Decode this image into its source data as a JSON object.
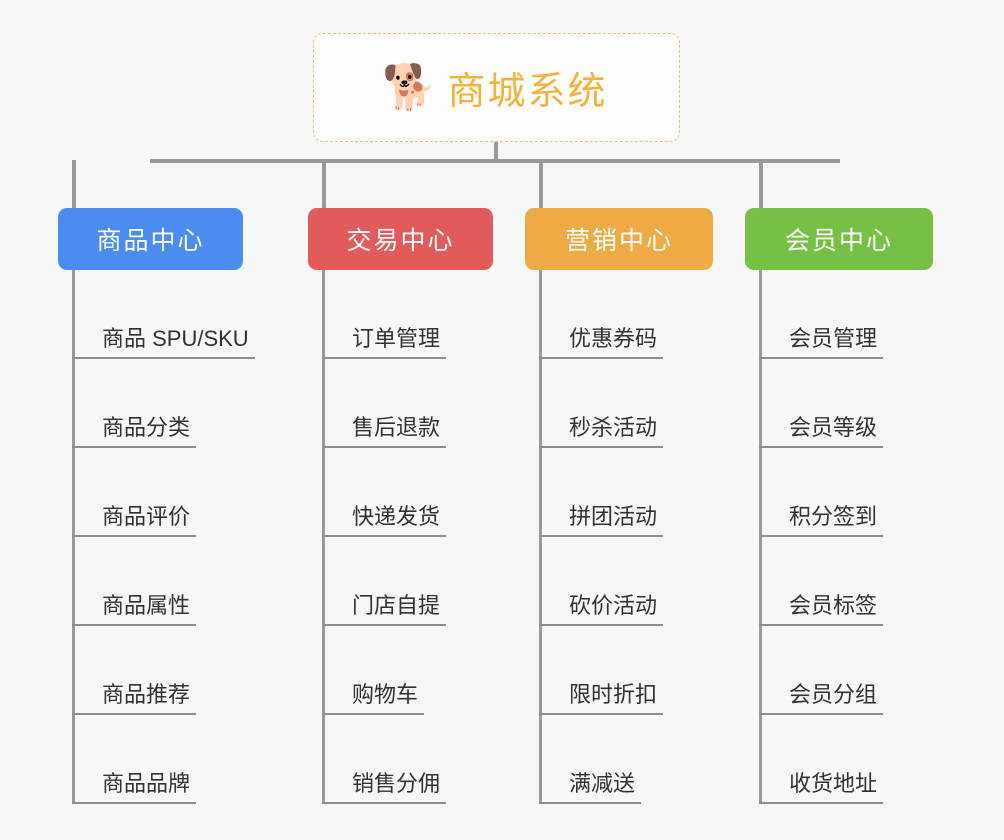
{
  "root": {
    "icon": "shiba-dog-emoji",
    "emoji": "🐕",
    "title": "商城系统",
    "title_color": "#f2b33d",
    "border_color": "#e8bd72"
  },
  "connector_color": "#9a9a9a",
  "background_color": "#f7f7f7",
  "columns": [
    {
      "label": "商品中心",
      "color": "#4a8cf0",
      "color_class": "blue",
      "items": [
        "商品 SPU/SKU",
        "商品分类",
        "商品评价",
        "商品属性",
        "商品推荐",
        "商品品牌"
      ]
    },
    {
      "label": "交易中心",
      "color": "#e15b5b",
      "color_class": "red",
      "items": [
        "订单管理",
        "售后退款",
        "快递发货",
        "门店自提",
        "购物车",
        "销售分佣"
      ]
    },
    {
      "label": "营销中心",
      "color": "#eeab45",
      "color_class": "orange",
      "items": [
        "优惠券码",
        "秒杀活动",
        "拼团活动",
        "砍价活动",
        "限时折扣",
        "满减送"
      ]
    },
    {
      "label": "会员中心",
      "color": "#76c144",
      "color_class": "green",
      "items": [
        "会员管理",
        "会员等级",
        "积分签到",
        "会员标签",
        "会员分组",
        "收货地址"
      ]
    }
  ]
}
